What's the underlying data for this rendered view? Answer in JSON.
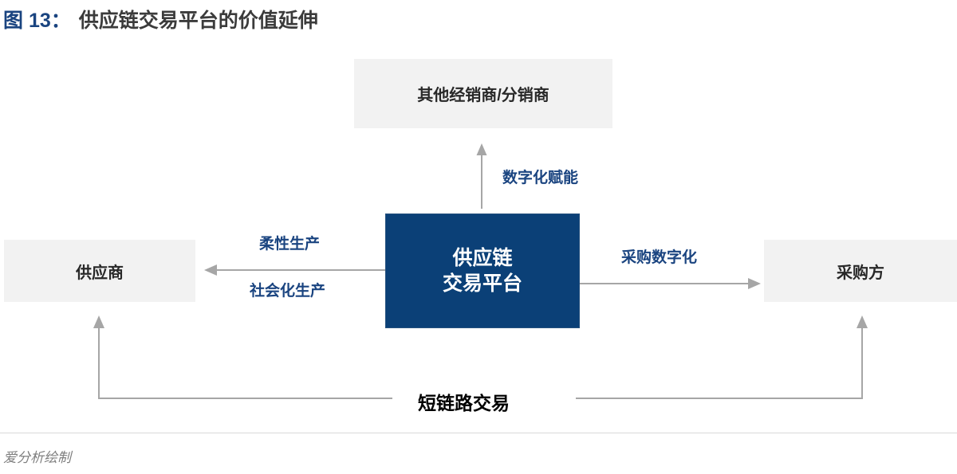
{
  "title": {
    "figure_label": "图 13：",
    "text": "供应链交易平台的价值延伸",
    "label_color": "#1a4480",
    "text_color": "#3b3b3b"
  },
  "diagram": {
    "type": "block-flow",
    "nodes": [
      {
        "id": "others",
        "label": "其他经销商/分销商",
        "style": "gray",
        "fill": "#f2f2f2",
        "text_color": "#282828"
      },
      {
        "id": "supplier",
        "label": "供应商",
        "style": "gray",
        "fill": "#f2f2f2",
        "text_color": "#282828"
      },
      {
        "id": "platform",
        "label_line1": "供应链",
        "label_line2": "交易平台",
        "style": "primary",
        "fill": "#0b4077",
        "text_color": "#ffffff"
      },
      {
        "id": "buyer",
        "label": "采购方",
        "style": "gray",
        "fill": "#f2f2f2",
        "text_color": "#282828"
      }
    ],
    "edges": [
      {
        "id": "platform-to-others",
        "from": "platform",
        "to": "others",
        "label": "数字化赋能",
        "direction": "up",
        "color": "#a6a6a6"
      },
      {
        "id": "platform-to-supplier",
        "from": "platform",
        "to": "supplier",
        "label_top": "柔性生产",
        "label_bottom": "社会化生产",
        "direction": "left",
        "color": "#a6a6a6"
      },
      {
        "id": "platform-to-buyer",
        "from": "platform",
        "to": "buyer",
        "label": "采购数字化",
        "direction": "right",
        "color": "#a6a6a6"
      },
      {
        "id": "buyer-to-supplier",
        "from": "buyer",
        "to": "supplier",
        "label": "短链路交易",
        "direction": "elbow",
        "color": "#a6a6a6"
      }
    ],
    "bottom_label": "短链路交易",
    "label_color": "#1a4480",
    "bottom_label_color": "#000000"
  },
  "footer": {
    "note": "爱分析绘制",
    "color": "#7f7f7f"
  }
}
